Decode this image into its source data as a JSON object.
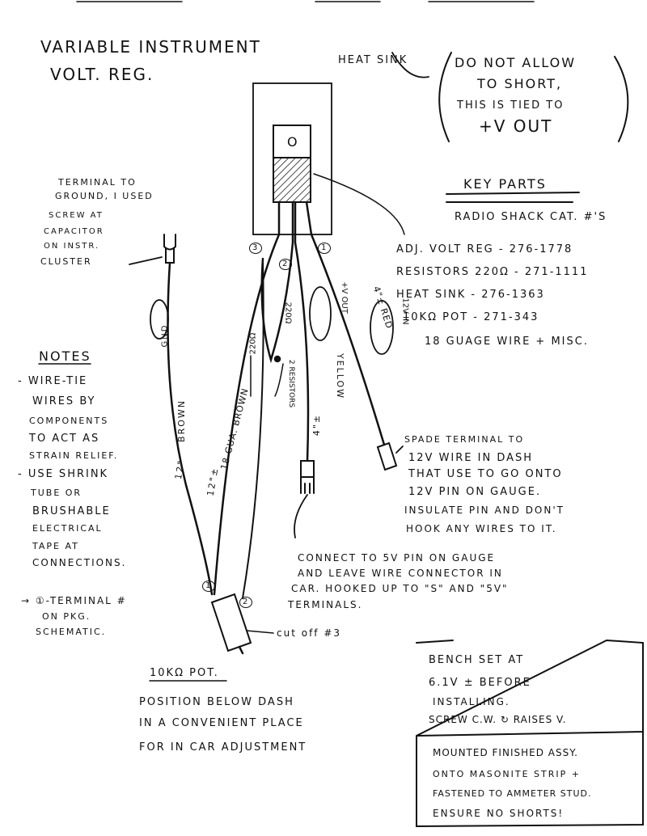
{
  "title": {
    "line1": "Variable Instrument",
    "line2": "Volt. Reg."
  },
  "heat_sink": {
    "label": "Heat Sink",
    "note": [
      "Do not allow",
      "to short,",
      "this is tied to",
      "+V out"
    ]
  },
  "key_parts": {
    "heading": "Key Parts",
    "subheading": "Radio Shack Cat. #'s",
    "items": [
      "Adj. Volt Reg - 276-1778",
      "Resistors 220Ω - 271-1111",
      "Heat Sink - 276-1363",
      "10KΩ Pot - 271-343",
      "18 Guage Wire + Misc."
    ]
  },
  "ground_note": [
    "Terminal to",
    "ground, I used",
    "screw at",
    "capacitor",
    "on instr.",
    "cluster"
  ],
  "notes": {
    "heading": "Notes",
    "items": [
      [
        "- Wire-tie",
        "wires by",
        "components",
        "to act as",
        "strain relief."
      ],
      [
        "- Use shrink",
        "tube or",
        "brushable",
        "electrical",
        "tape at",
        "connections."
      ],
      [
        "→ ①-Terminal #",
        "on pkg.",
        "schematic."
      ]
    ]
  },
  "wire_labels": {
    "gnd": "GND",
    "brown": "Brown",
    "brown_len": "12\"",
    "ga_brown": "18 Gua. Brown",
    "ga_len": "12\"±",
    "res1": "220Ω",
    "res2": "220Ω",
    "resistors": "2 Resistors",
    "vout": "+V out",
    "yellow": "Yellow",
    "yellow_len": "4\"±",
    "red": "4\"± Red",
    "v12in": "12V in",
    "pin1": "1",
    "pin2": "2",
    "pin3": "3",
    "reg_pin": "O"
  },
  "spade_note": [
    "Spade terminal to",
    "12V wire in dash",
    "that use to go onto",
    "12V pin on gauge.",
    "Insulate pin and don't",
    "hook any wires to it."
  ],
  "connect_note": [
    "Connect to 5V pin on gauge",
    "and leave wire connector in",
    "car. Hooked up to \"S\" and \"5V\"",
    "terminals."
  ],
  "pot": {
    "pin1": "1",
    "pin2": "2",
    "cut_off": "cut off #3",
    "label": "10KΩ Pot.",
    "note": [
      "Position below dash",
      "in a convenient place",
      "for in car adjustment"
    ]
  },
  "bench_box": [
    "Bench set at",
    "6.1V ± before",
    "installing.",
    "Screw C.W. ↻ raises V."
  ],
  "mount_box": [
    "Mounted finished assy.",
    "onto masonite strip +",
    "fastened to ammeter stud.",
    "Ensure no shorts!"
  ]
}
